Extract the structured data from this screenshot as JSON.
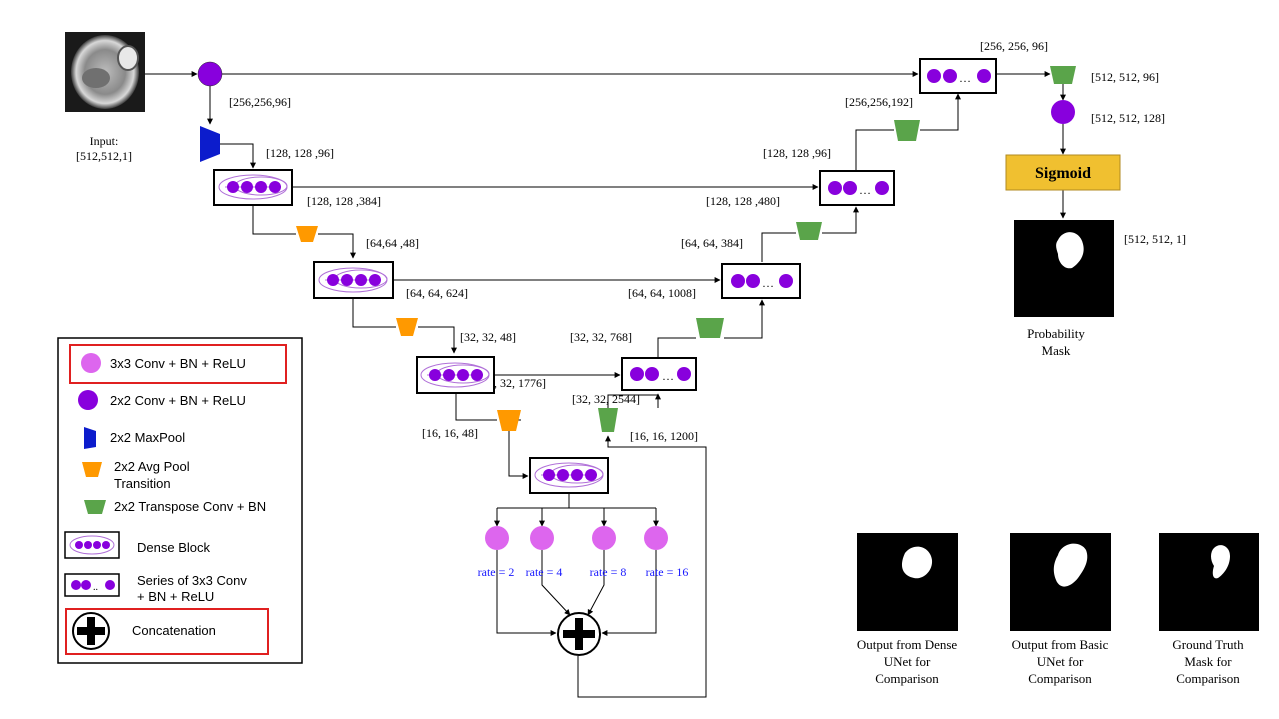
{
  "colors": {
    "conv3x3": "#dd66ee",
    "conv2x2": "#8800dd",
    "maxpool": "#0c1ccc",
    "avgpool": "#ff9900",
    "tconv": "#5aa44a",
    "sigmoid": "#f0c030",
    "legend_highlight": "#e02020",
    "rate_text": "#1a1aff"
  },
  "input": {
    "label_1": "Input:",
    "label_2": "[512,512,1]"
  },
  "labels": {
    "l_256_256_96_a": "[256,256,96]",
    "l_128_128_96_a": "[128, 128 ,96]",
    "l_128_128_384": "[128, 128 ,384]",
    "l_64_64_48": "[64,64 ,48]",
    "l_64_64_624": "[64, 64, 624]",
    "l_32_32_48": "[32, 32, 48]",
    "l_32_1776": ", 32, 1776]",
    "l_16_16_48": "[16, 16, 48]",
    "l_16_16_1200": "[16, 16, 1200]",
    "l_32_32_2544": "[32, 32, 2544]",
    "l_32_32_768": "[32, 32, 768]",
    "l_64_64_1008": "[64, 64, 1008]",
    "l_64_64_384": "[64, 64, 384]",
    "l_128_128_480": "[128, 128 ,480]",
    "l_128_128_96_b": "[128, 128 ,96]",
    "l_256_256_192": "[256,256,192]",
    "l_256_256_96_b": "[256, 256, 96]",
    "l_512_512_96": "[512, 512, 96]",
    "l_512_512_128": "[512, 512, 128]",
    "l_512_512_1": "[512, 512, 1]"
  },
  "rates": [
    "rate = 2",
    "rate = 4",
    "rate = 8",
    "rate = 16"
  ],
  "sigmoid": "Sigmoid",
  "probability_mask": {
    "line_1": "Probability",
    "line_2": "Mask"
  },
  "legend": {
    "conv3x3": "3x3 Conv + BN + ReLU",
    "conv2x2": "2x2 Conv + BN + ReLU",
    "maxpool": "2x2 MaxPool",
    "avgpool_1": "2x2 Avg Pool",
    "avgpool_2": "Transition",
    "tconv": "2x2 Transpose Conv + BN",
    "dense": "Dense Block",
    "series_1": "Series of 3x3 Conv",
    "series_2": "+ BN + ReLU",
    "concat": "Concatenation"
  },
  "comparison": [
    {
      "line_1": "Output from Dense",
      "line_2": "UNet for",
      "line_3": "Comparison"
    },
    {
      "line_1": "Output from Basic",
      "line_2": "UNet for",
      "line_3": "Comparison"
    },
    {
      "line_1": "Ground Truth",
      "line_2": "Mask for",
      "line_3": "Comparison"
    }
  ]
}
